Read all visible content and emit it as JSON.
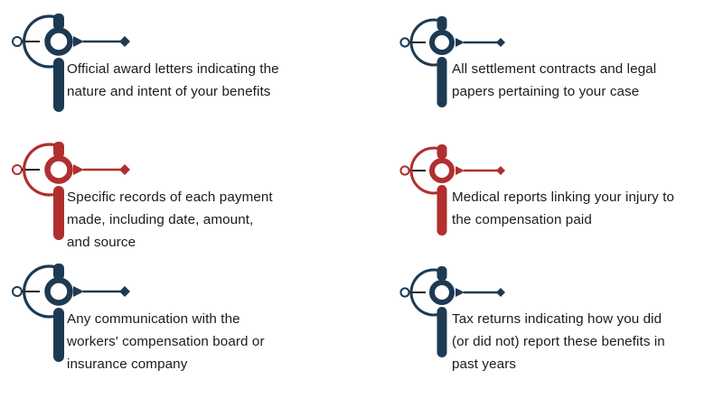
{
  "colors": {
    "navy": "#1e3a52",
    "red": "#b12f2f",
    "line_dark": "#1a1a1a",
    "text": "#1b1b1b",
    "background": "#ffffff"
  },
  "icon": {
    "semantic_name": "document-node-marker-icon",
    "parts": [
      "small-hollow-circle",
      "connector-line",
      "open-bracket-arc",
      "ring-circle",
      "top-pill",
      "bottom-bar",
      "arrow-triangle",
      "arrow-line",
      "arrow-diamond"
    ]
  },
  "items": [
    {
      "id": "award-letters",
      "column": "left",
      "row": 1,
      "accent": "navy",
      "text": "Official award letters indicating the\nnature and intent of your benefits"
    },
    {
      "id": "settlement-contracts",
      "column": "right",
      "row": 1,
      "accent": "navy",
      "text": "All settlement contracts and legal\npapers pertaining to your case"
    },
    {
      "id": "payment-records",
      "column": "left",
      "row": 2,
      "accent": "red",
      "text": "Specific records of each payment\nmade, including date, amount,\nand source"
    },
    {
      "id": "medical-reports",
      "column": "right",
      "row": 2,
      "accent": "red",
      "text": "Medical reports linking your injury to\nthe compensation paid"
    },
    {
      "id": "board-communication",
      "column": "left",
      "row": 3,
      "accent": "navy",
      "text": "Any communication with the\nworkers' compensation board or\ninsurance company"
    },
    {
      "id": "tax-returns",
      "column": "right",
      "row": 3,
      "accent": "navy",
      "text": "Tax returns indicating how you did\n(or did not) report these benefits in\npast years"
    }
  ]
}
